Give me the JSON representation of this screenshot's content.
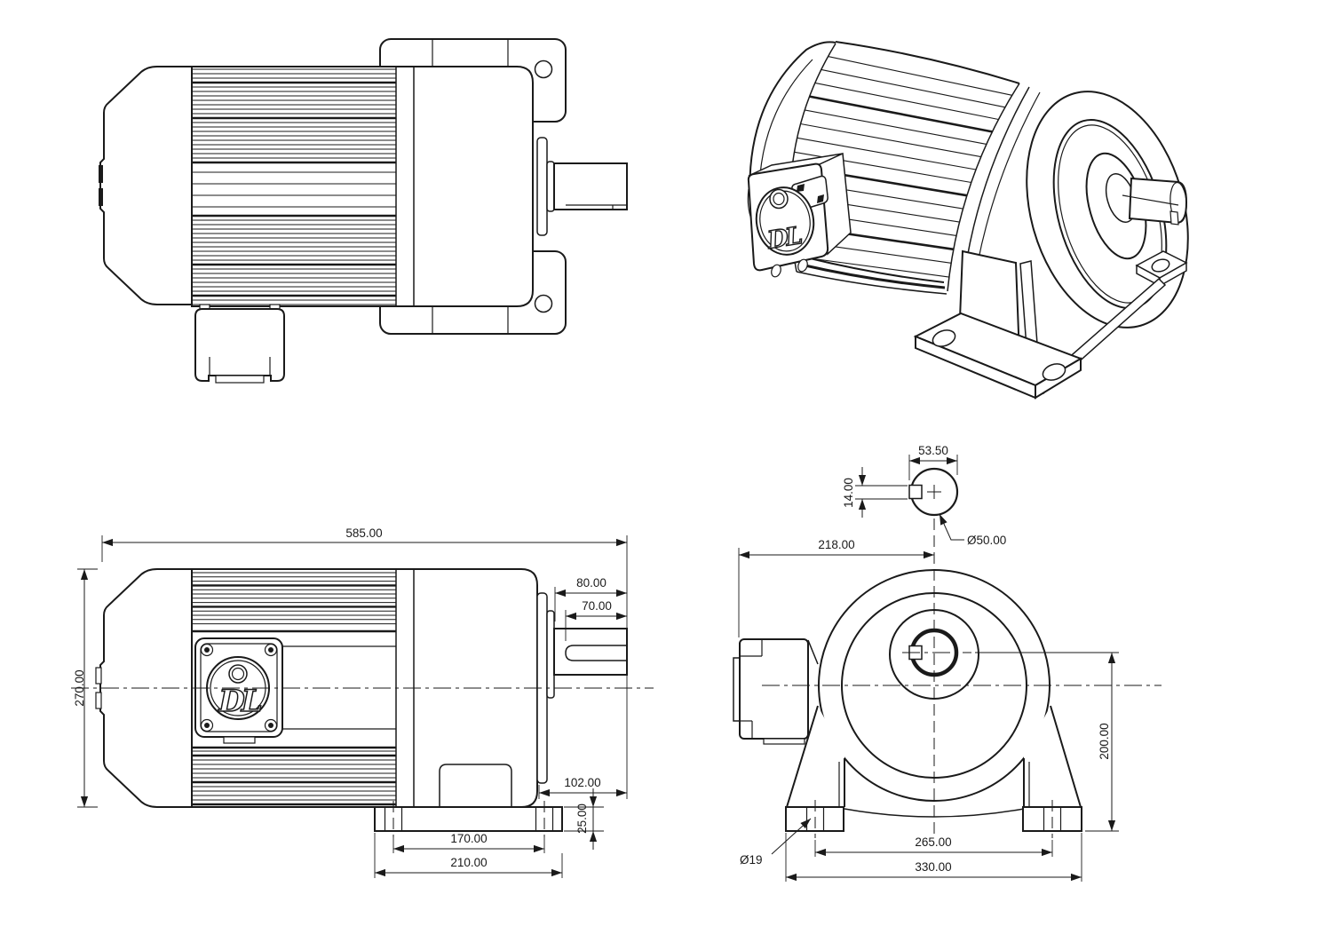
{
  "page": {
    "background": "#ffffff",
    "line_color": "#1a1a1a"
  },
  "logo": {
    "text": "DL"
  },
  "views": {
    "side_view": {
      "dims": {
        "overall_length": "585.00",
        "overall_height": "270.00",
        "shaft_length": "80.00",
        "shaft_usable_length": "70.00",
        "face_to_shaft_tip": "102.00",
        "foot_thickness": "25.00",
        "foot_hole_spacing": "170.00",
        "foot_length": "210.00"
      }
    },
    "front_view": {
      "dims": {
        "key_detail_width": "53.50",
        "key_detail_height": "14.00",
        "shaft_diameter": "Ø50.00",
        "box_to_axis": "218.00",
        "axis_height": "200.00",
        "base_hole_spacing": "265.00",
        "base_width": "330.00",
        "base_hole_diameter": "Ø19"
      }
    }
  }
}
